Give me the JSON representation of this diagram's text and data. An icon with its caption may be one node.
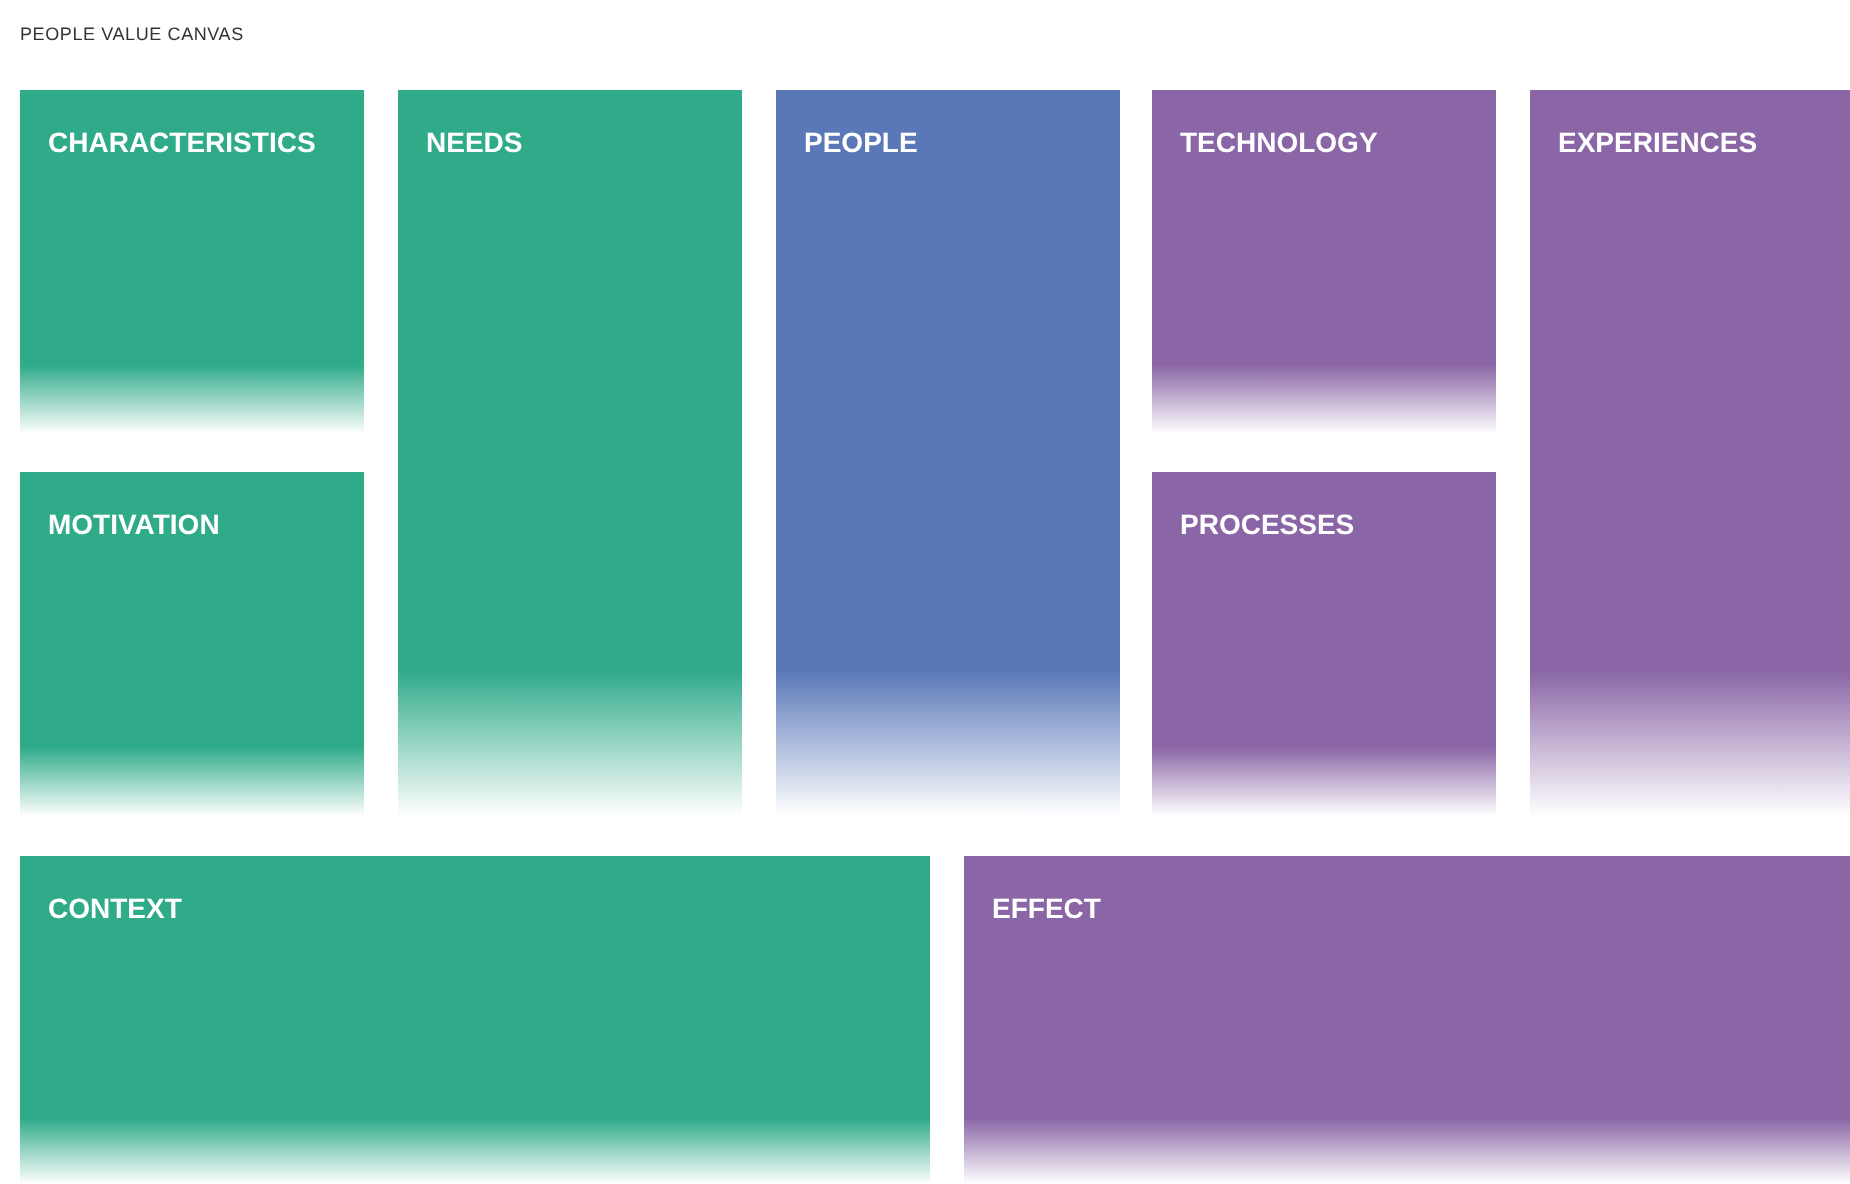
{
  "diagram": {
    "title": "PEOPLE VALUE CANVAS",
    "nodes": [
      {
        "text": [
          "CHARACTERISTICS"
        ]
      },
      {
        "text": [
          "NEEDS"
        ]
      },
      {
        "text": [
          "PEOPLE"
        ]
      },
      {
        "text": [
          "TECHNOLOGY"
        ]
      },
      {
        "text": [
          "EXPERIENCES"
        ]
      },
      {
        "text": [
          "MOTIVATION"
        ]
      },
      {
        "text": [
          "PROCESSES"
        ]
      },
      {
        "text": [
          "CONTEXT"
        ]
      },
      {
        "text": [
          "EFFECT"
        ]
      }
    ]
  }
}
